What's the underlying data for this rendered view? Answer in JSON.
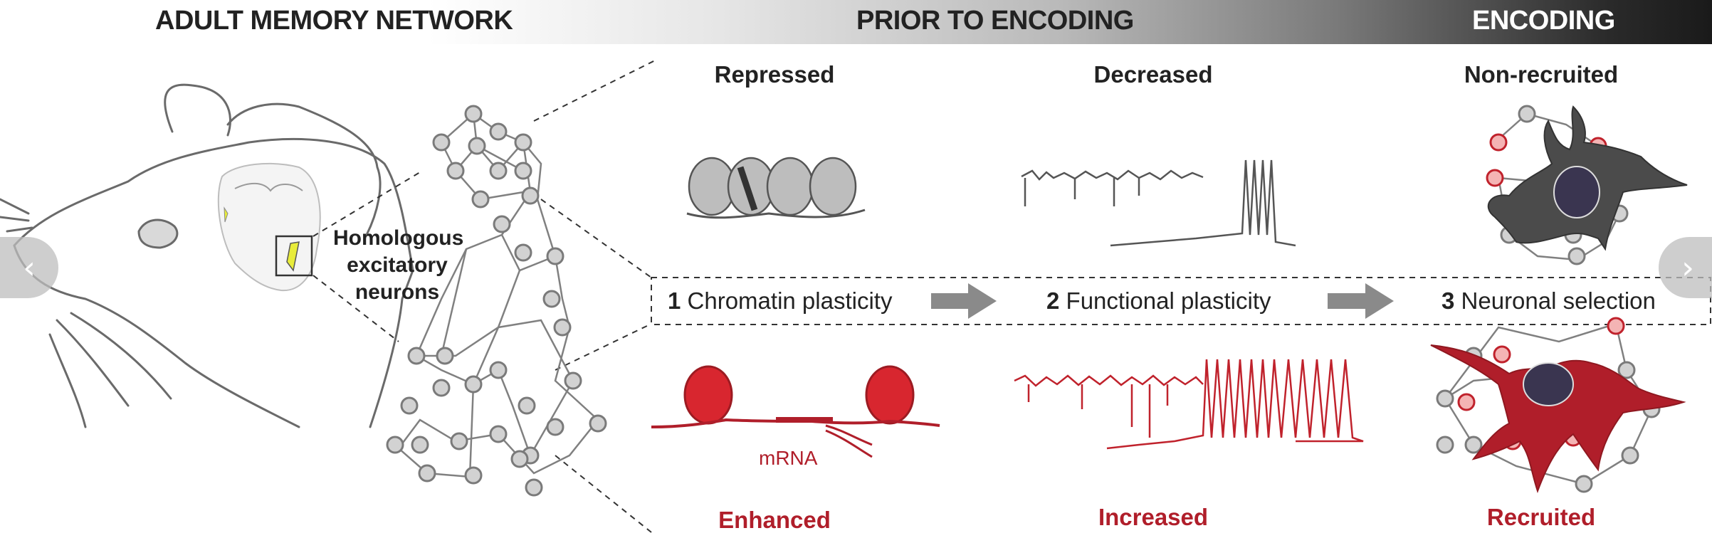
{
  "header": {
    "adult": "ADULT MEMORY NETWORK",
    "prior": "PRIOR TO ENCODING",
    "encoding": "ENCODING"
  },
  "labels": {
    "homologous": [
      "Homologous",
      "excitatory",
      "neurons"
    ],
    "repressed": "Repressed",
    "decreased": "Decreased",
    "non_recruited": "Non-recruited",
    "enhanced": "Enhanced",
    "increased": "Increased",
    "recruited": "Recruited",
    "mrna": "mRNA"
  },
  "steps": [
    {
      "num": "1",
      "text": "Chromatin plasticity"
    },
    {
      "num": "2",
      "text": "Functional plasticity"
    },
    {
      "num": "3",
      "text": "Neuronal selection"
    }
  ],
  "nav": {
    "prev": "‹",
    "next": "›"
  },
  "colors": {
    "red": "#b01e2a",
    "grey": "#808080",
    "dark": "#4a4a4a",
    "node": "#d2d2d2",
    "accent_yellow": "#e8ec3a"
  }
}
